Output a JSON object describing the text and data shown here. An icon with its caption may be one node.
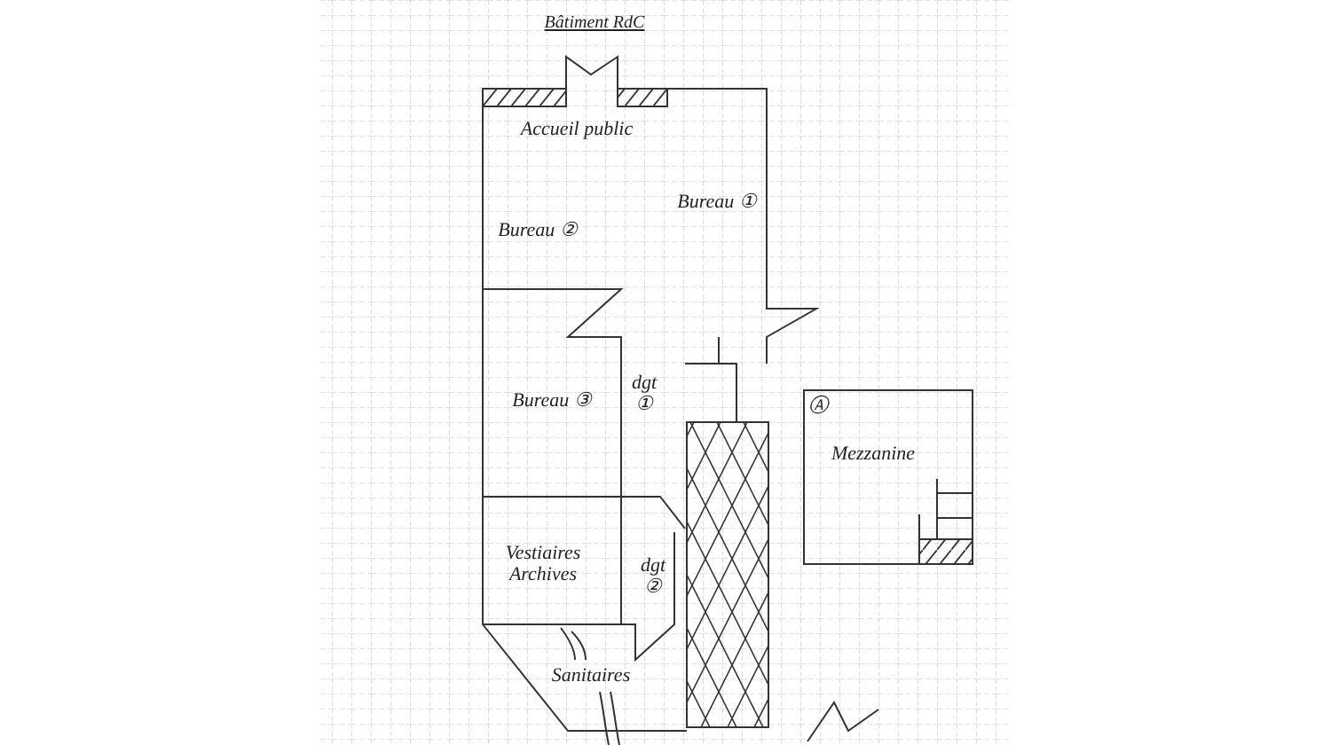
{
  "diagram": {
    "title": "Bâtiment RdC",
    "labels": [
      "Accueil public",
      "Bureau ①",
      "Bureau ②",
      "Bureau ③",
      "dgt ①",
      "Vestiaires Archives",
      "dgt ②",
      "Sanitaires",
      "Ⓐ",
      "Mezzanine"
    ]
  }
}
